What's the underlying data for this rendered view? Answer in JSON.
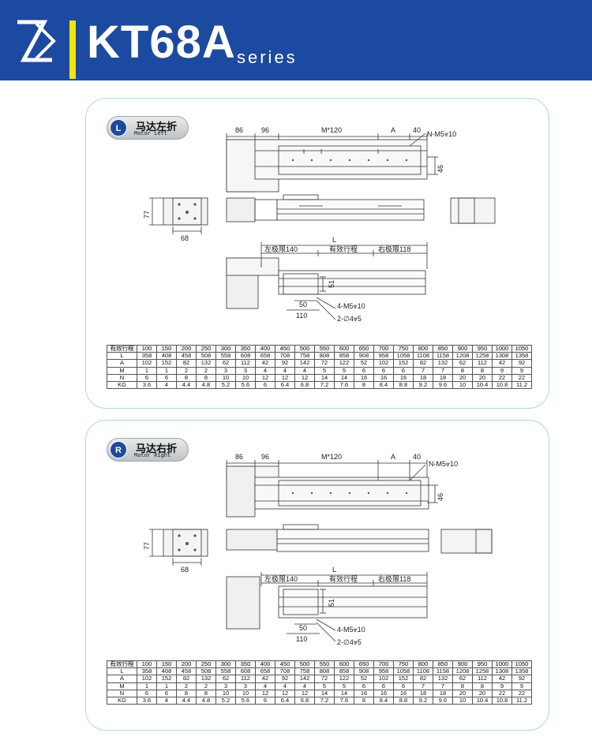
{
  "header": {
    "title": "KT68A",
    "series": "series"
  },
  "panels": [
    {
      "key": "left",
      "badge_letter": "L",
      "badge_cn": "马达左折",
      "badge_en": "Motor Left"
    },
    {
      "key": "right",
      "badge_letter": "R",
      "badge_cn": "马达右折",
      "badge_en": "Motor Right"
    }
  ],
  "dims": {
    "d86": "86",
    "d96": "96",
    "m120": "M*120",
    "a": "A",
    "d40": "40",
    "nm5": "N-M5⩔10",
    "d46": "46",
    "d77": "77",
    "d68": "68",
    "L": "L",
    "left_limit": "左极限140",
    "stroke": "有效行程",
    "right_limit": "右极限118",
    "d51": "51",
    "d50": "50",
    "d110": "110",
    "m5x4": "4-M5⩔10",
    "phi4": "2-∅4⩔5"
  },
  "table": {
    "headers": [
      "有效行程",
      "100",
      "150",
      "200",
      "250",
      "300",
      "350",
      "400",
      "450",
      "500",
      "550",
      "600",
      "650",
      "700",
      "750",
      "800",
      "850",
      "900",
      "950",
      "1000",
      "1050"
    ],
    "rows": [
      [
        "L",
        "358",
        "408",
        "458",
        "508",
        "558",
        "608",
        "658",
        "708",
        "758",
        "808",
        "858",
        "908",
        "958",
        "1058",
        "1108",
        "1158",
        "1208",
        "1258",
        "1308",
        "1358"
      ],
      [
        "A",
        "102",
        "152",
        "82",
        "132",
        "62",
        "112",
        "42",
        "92",
        "142",
        "72",
        "122",
        "52",
        "102",
        "152",
        "82",
        "132",
        "62",
        "112",
        "42",
        "92"
      ],
      [
        "M",
        "1",
        "1",
        "2",
        "2",
        "3",
        "3",
        "4",
        "4",
        "4",
        "5",
        "5",
        "6",
        "6",
        "6",
        "7",
        "7",
        "8",
        "8",
        "9",
        "9"
      ],
      [
        "N",
        "6",
        "6",
        "8",
        "8",
        "10",
        "10",
        "12",
        "12",
        "12",
        "14",
        "14",
        "16",
        "16",
        "16",
        "18",
        "18",
        "20",
        "20",
        "22",
        "22"
      ],
      [
        "KG",
        "3.6",
        "4",
        "4.4",
        "4.8",
        "5.2",
        "5.6",
        "6",
        "6.4",
        "6.8",
        "7.2",
        "7.6",
        "8",
        "8.4",
        "8.8",
        "9.2",
        "9.6",
        "10",
        "10.4",
        "10.8",
        "11.2"
      ]
    ]
  }
}
